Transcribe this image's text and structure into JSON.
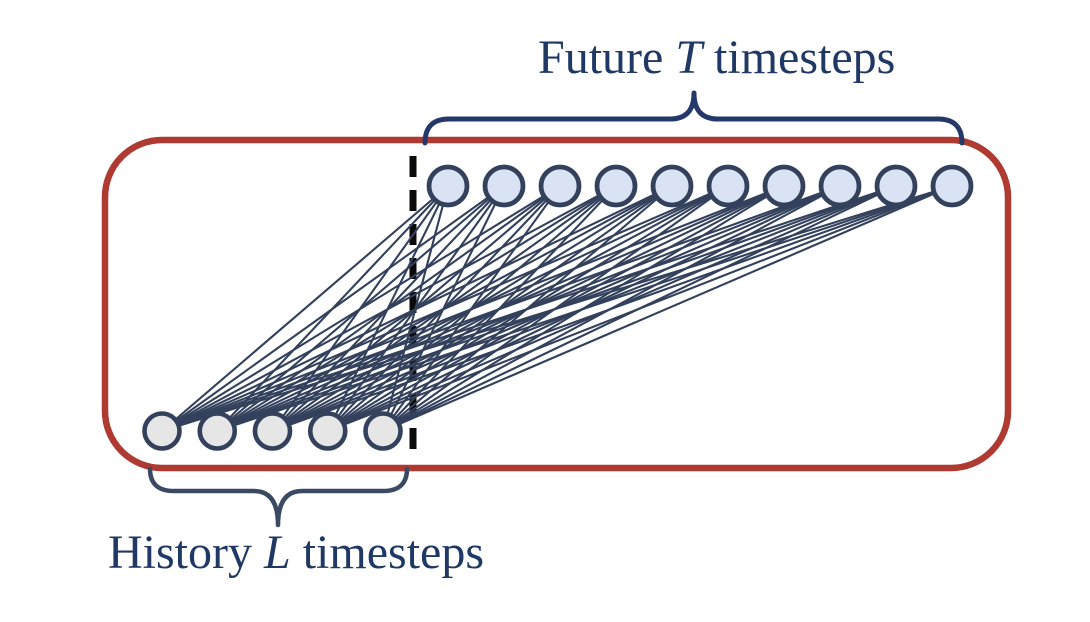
{
  "diagram": {
    "future_label": {
      "prefix": "Future",
      "variable": "T",
      "suffix": "timesteps"
    },
    "history_label": {
      "prefix": "History",
      "variable": "L",
      "suffix": "timesteps"
    },
    "future_nodes": {
      "count": 10
    },
    "history_nodes": {
      "count": 5
    },
    "connectivity": "fully-connected",
    "colors": {
      "boundary_red": "#AE3A31",
      "label_navy": "#1F3864",
      "brace_navy": "#24386A",
      "brace_slate": "#3B4A63",
      "node_stroke": "#33415C",
      "edge": "#33415C",
      "future_node_fill": "#DAE3F3",
      "history_node_fill": "#E7E6E6",
      "divider_black": "#0A0A0A",
      "background": "#FFFFFF"
    }
  }
}
